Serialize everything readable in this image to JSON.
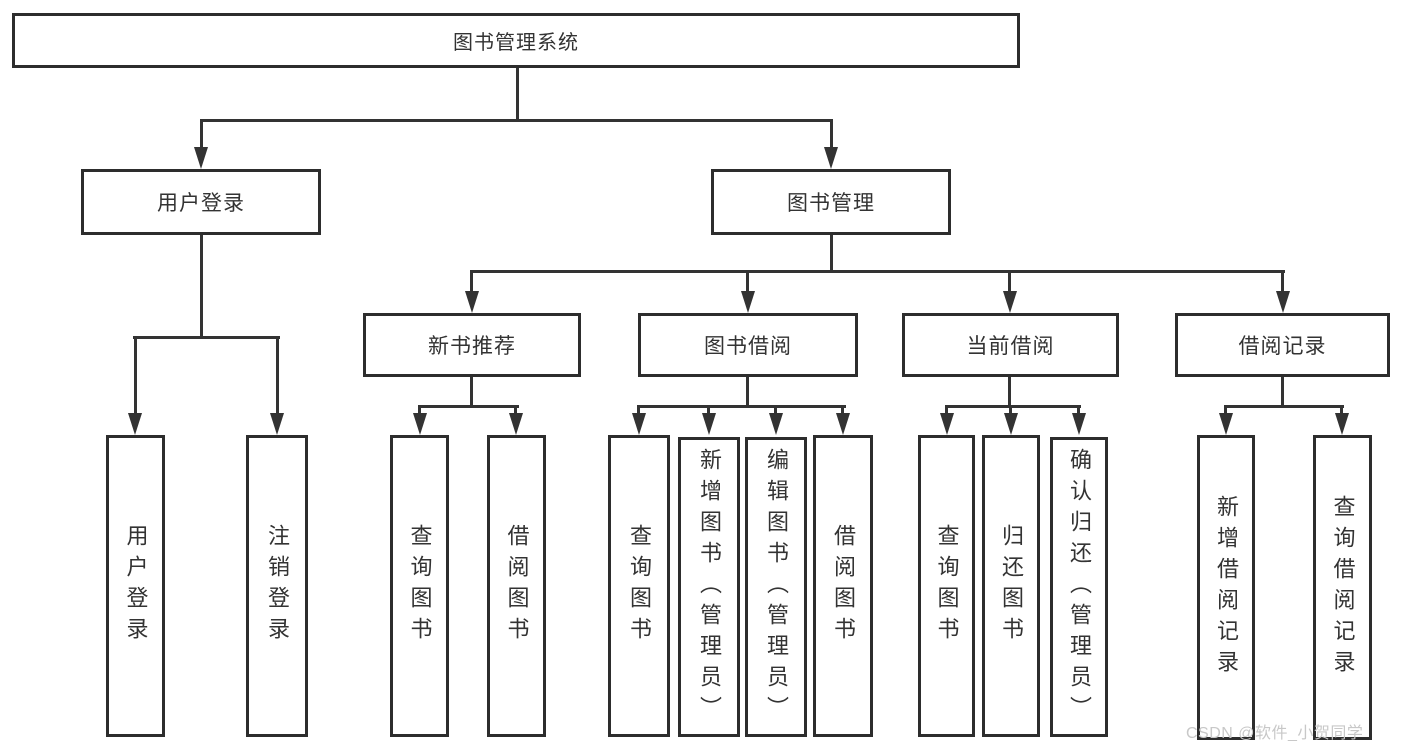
{
  "diagram": {
    "type": "tree",
    "root": {
      "label": "图书管理系统"
    },
    "level2": {
      "user_login": {
        "label": "用户登录"
      },
      "book_mgmt": {
        "label": "图书管理"
      }
    },
    "level3": {
      "new_book": {
        "label": "新书推荐",
        "parent": "图书管理"
      },
      "book_borrow": {
        "label": "图书借阅",
        "parent": "图书管理"
      },
      "current_borrow": {
        "label": "当前借阅",
        "parent": "图书管理"
      },
      "borrow_records": {
        "label": "借阅记录",
        "parent": "图书管理"
      }
    },
    "leaves": {
      "user_login": [
        "用户登录",
        "注销登录"
      ],
      "new_book": [
        "查询图书",
        "借阅图书"
      ],
      "book_borrow": [
        "查询图书",
        "新增图书（管理员）",
        "编辑图书（管理员）",
        "借阅图书"
      ],
      "current_borrow": [
        "查询图书",
        "归还图书",
        "确认归还（管理员）"
      ],
      "borrow_records": [
        "新增借阅记录",
        "查询借阅记录"
      ]
    }
  },
  "watermark": {
    "text": "CSDN @软件_小贺同学",
    "color": "#c8c8c8"
  },
  "colors": {
    "line": "#333333",
    "border": "#2d2d2d",
    "background": "#ffffff",
    "text": "#333333"
  }
}
